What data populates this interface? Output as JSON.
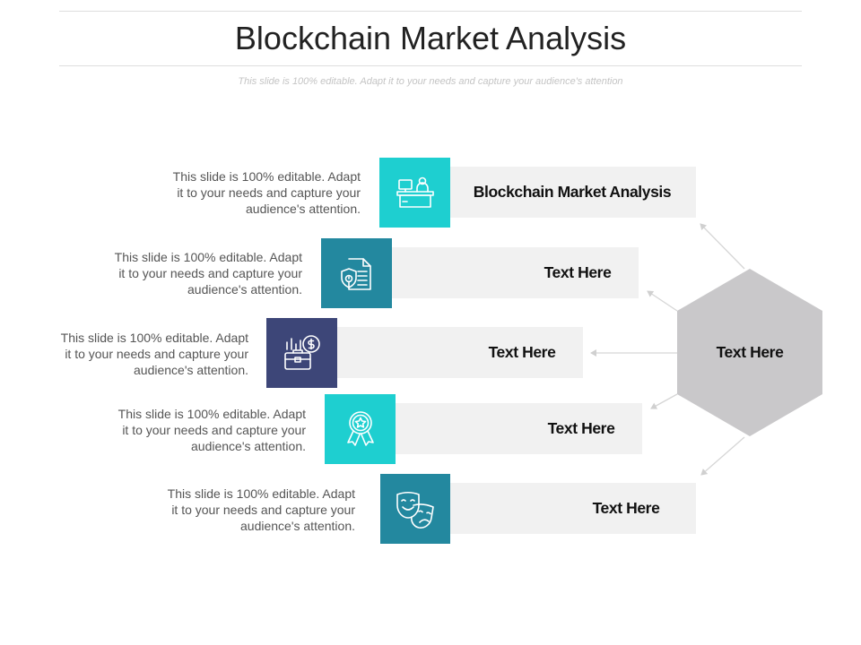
{
  "title": "Blockchain Market Analysis",
  "subtitle": "This slide is 100% editable. Adapt it to your needs and capture your audience's attention",
  "center": {
    "label": "Text Here",
    "color": "#c9c8ca"
  },
  "rows": [
    {
      "label": "Blockchain Market Analysis",
      "color": "#1ecfd0",
      "icon": "office-desk-icon",
      "desc_lines": [
        "This slide is 100% editable. Adapt",
        "it to your needs and capture your",
        "audience's attention."
      ]
    },
    {
      "label": "Text Here",
      "color": "#23889f",
      "icon": "document-shield-icon",
      "desc_lines": [
        "This slide is 100% editable. Adapt",
        "it to your needs and capture your",
        "audience's attention."
      ]
    },
    {
      "label": "Text Here",
      "color": "#3d4678",
      "icon": "money-briefcase-icon",
      "desc_lines": [
        "This slide is 100% editable. Adapt",
        "it to your needs and capture your",
        "audience's attention."
      ]
    },
    {
      "label": "Text Here",
      "color": "#1ecfd0",
      "icon": "award-ribbon-icon",
      "desc_lines": [
        "This slide is 100% editable. Adapt",
        "it to your needs and capture your",
        "audience's attention."
      ]
    },
    {
      "label": "Text Here",
      "color": "#23889f",
      "icon": "theater-masks-icon",
      "desc_lines": [
        "This slide is 100% editable. Adapt",
        "it to your needs and capture your",
        "audience's attention."
      ]
    }
  ]
}
